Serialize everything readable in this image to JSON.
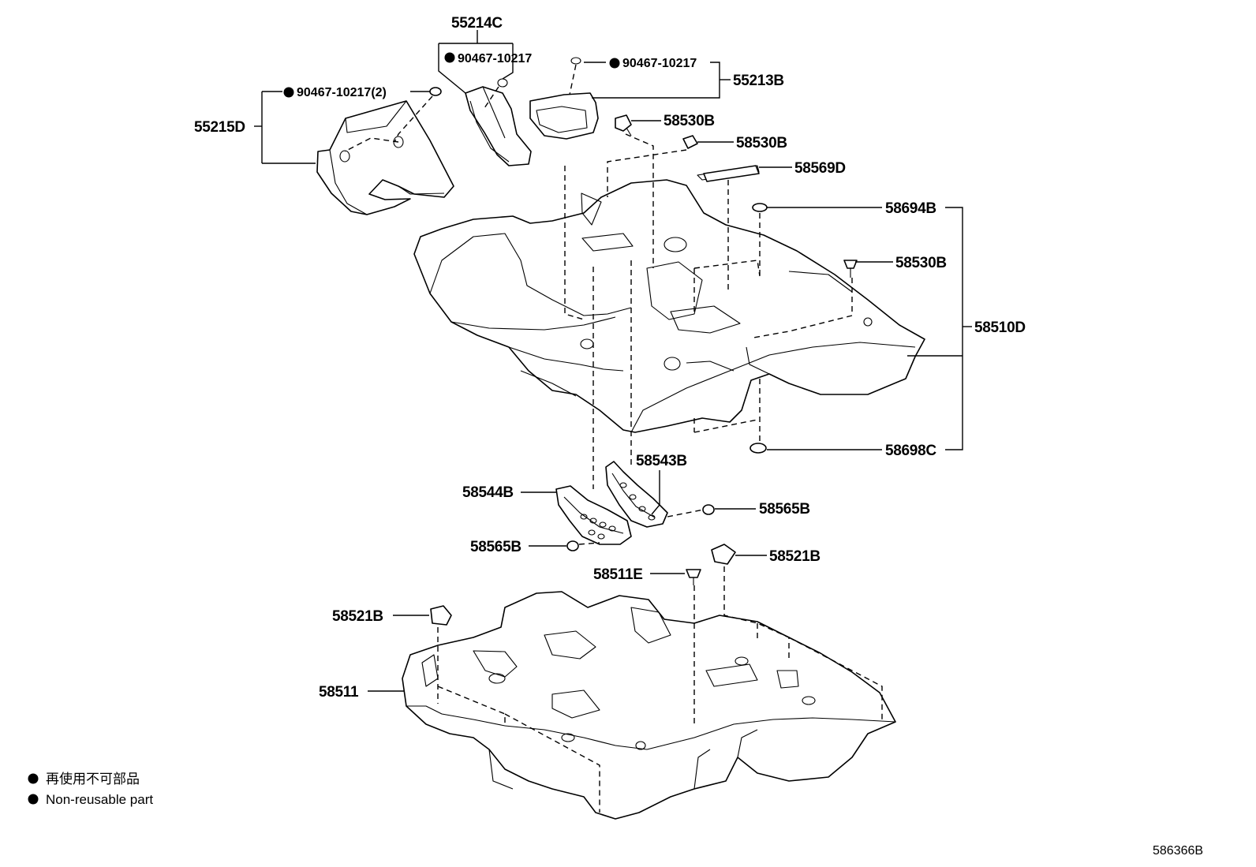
{
  "diagram_ref": "586366B",
  "legend": {
    "japanese": "再使用不可部品",
    "english": "Non-reusable part"
  },
  "parts": {
    "p55214C": "55214C",
    "p90467_a": "90467-10217",
    "p90467_b": "90467-10217",
    "p90467_c": "90467-10217(2)",
    "p55213B": "55213B",
    "p55215D": "55215D",
    "p58530B_1": "58530B",
    "p58530B_2": "58530B",
    "p58530B_3": "58530B",
    "p58569D": "58569D",
    "p58694B": "58694B",
    "p58510D": "58510D",
    "p58698C": "58698C",
    "p58543B": "58543B",
    "p58544B": "58544B",
    "p58565B_1": "58565B",
    "p58565B_2": "58565B",
    "p58521B_1": "58521B",
    "p58521B_2": "58521B",
    "p58511E": "58511E",
    "p58511": "58511"
  }
}
